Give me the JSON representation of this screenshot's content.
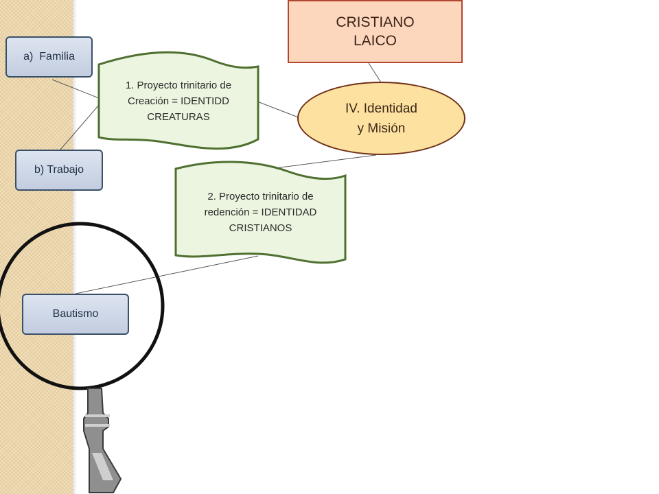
{
  "nodes": {
    "cristiano_laico": "CRISTIANO\nLAICO",
    "identidad_mision": "IV. Identidad\ny Misión",
    "proyecto_creacion": "1. Proyecto trinitario de\nCreación = IDENTIDD\nCREATURAS",
    "proyecto_redencion": "2. Proyecto trinitario de\nredención = IDENTIDAD\nCRISTIANOS",
    "familia": "a)  Familia",
    "trabajo": "b) Trabajo",
    "bautismo": "Bautismo"
  },
  "colors": {
    "blue_fill": "#c8d2e4",
    "orange_fill": "#fcd7bd",
    "oval_fill": "#fde1a0",
    "green_fill": "#ebf5df",
    "green_border": "#4f7030",
    "paper": "#ecd6ab"
  },
  "icons": [
    "magnifying-glass-icon"
  ]
}
